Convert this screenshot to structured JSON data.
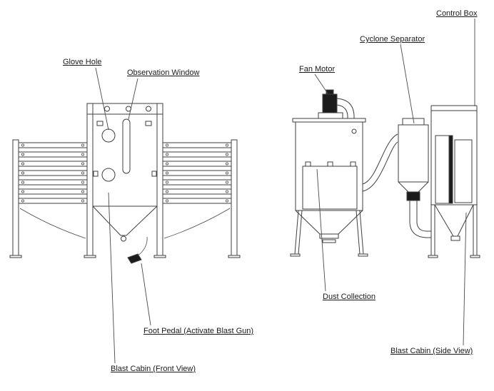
{
  "labels": {
    "glove_hole": "Glove Hole",
    "observation_window": "Observation Window",
    "fan_motor": "Fan Motor",
    "cyclone_separator": "Cyclone Separator",
    "control_box": "Control Box",
    "dust_collection": "Dust Collection",
    "foot_pedal": "Foot Pedal (Activate Blast Gun)",
    "blast_cabin_front": "Blast Cabin (Front View)",
    "blast_cabin_side": "Blast Cabin (Side View)"
  },
  "colors": {
    "line": "#3f3f3f",
    "fill_dark": "#1c1c1c",
    "background": "#ffffff"
  }
}
